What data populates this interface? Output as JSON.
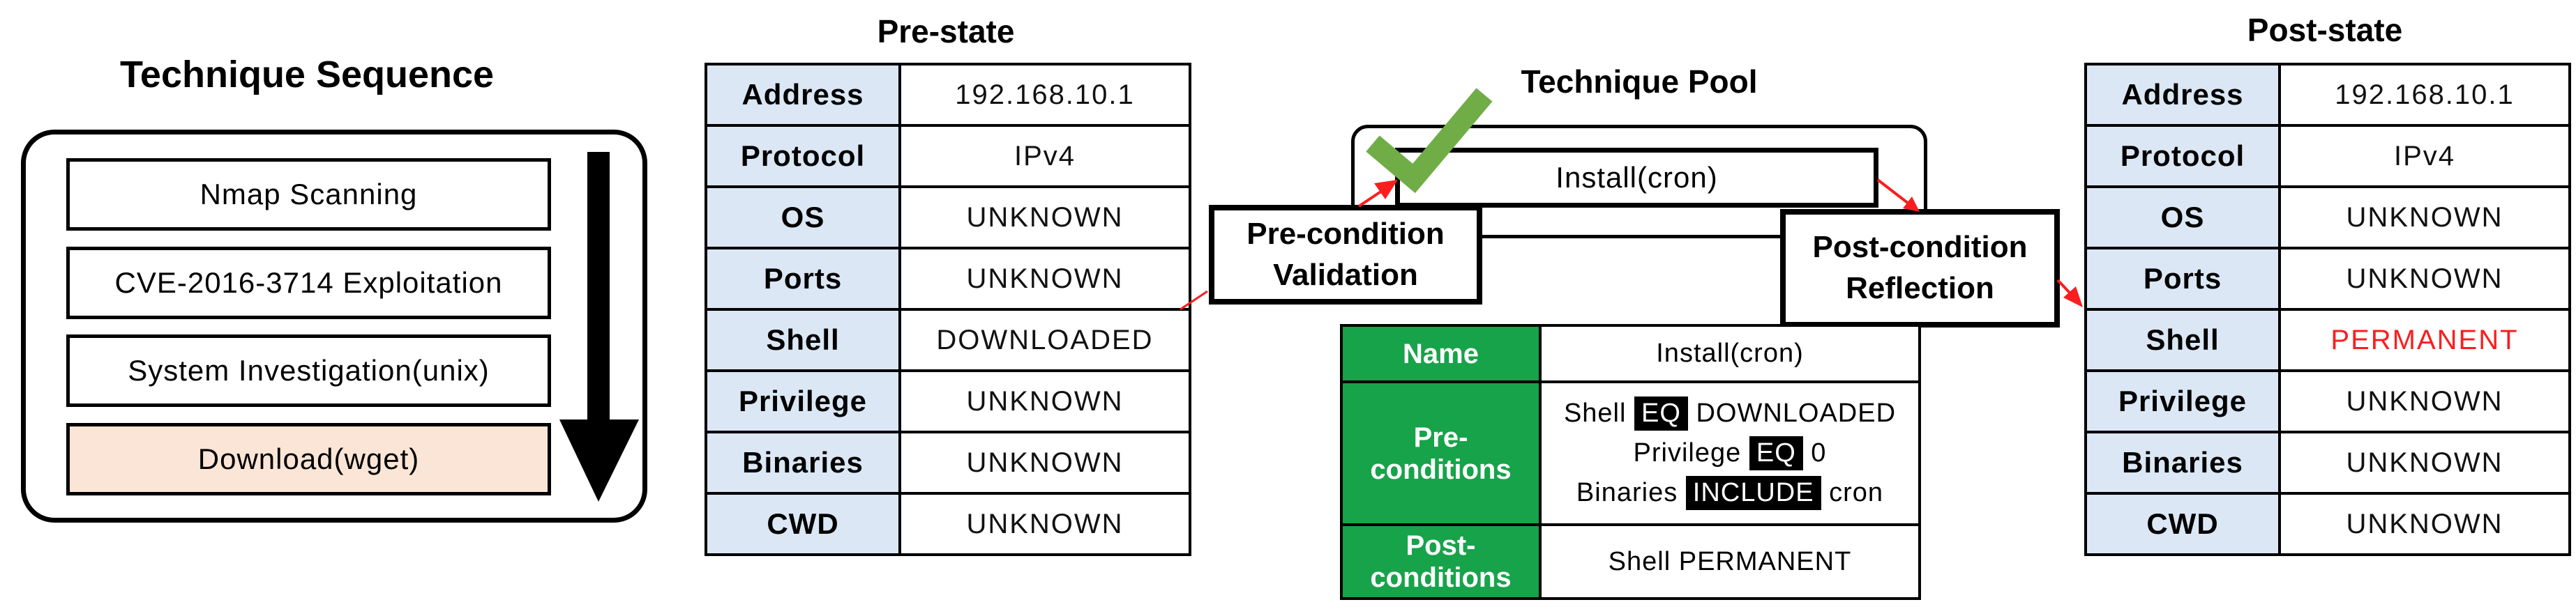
{
  "colors": {
    "header_blue": "#dbe7f4",
    "highlight_peach": "#fbe5d6",
    "green_cell": "#17a34a",
    "check_green": "#70ad47",
    "red": "#fa1e1e",
    "black": "#000000"
  },
  "technique_sequence": {
    "title": "Technique Sequence",
    "items": [
      {
        "label": "Nmap Scanning",
        "highlighted": false
      },
      {
        "label": "CVE-2016-3714 Exploitation",
        "highlighted": false
      },
      {
        "label": "System Investigation(unix)",
        "highlighted": false
      },
      {
        "label": "Download(wget)",
        "highlighted": true
      }
    ]
  },
  "pre_state": {
    "title": "Pre-state",
    "rows": [
      {
        "label": "Address",
        "value": "192.168.10.1"
      },
      {
        "label": "Protocol",
        "value": "IPv4"
      },
      {
        "label": "OS",
        "value": "UNKNOWN"
      },
      {
        "label": "Ports",
        "value": "UNKNOWN"
      },
      {
        "label": "Shell",
        "value": "DOWNLOADED"
      },
      {
        "label": "Privilege",
        "value": "UNKNOWN"
      },
      {
        "label": "Binaries",
        "value": "UNKNOWN"
      },
      {
        "label": "CWD",
        "value": "UNKNOWN"
      }
    ]
  },
  "technique_pool": {
    "title": "Technique Pool",
    "technique": "Install(cron)",
    "validation_box": {
      "line1": "Pre-condition",
      "line2": "Validation"
    },
    "reflection_box": {
      "line1": "Post-condition",
      "line2": "Reflection"
    },
    "check_icon": "green-checkmark"
  },
  "technique_detail": {
    "name_header": "Name",
    "name_value": "Install(cron)",
    "pre_header": {
      "line1": "Pre-",
      "line2": "conditions"
    },
    "pre_conditions": [
      {
        "segments": [
          {
            "text": "Shell ",
            "hl": false
          },
          {
            "text": "EQ",
            "hl": true
          },
          {
            "text": " DOWNLOADED",
            "hl": false
          }
        ]
      },
      {
        "segments": [
          {
            "text": "Privilege ",
            "hl": false
          },
          {
            "text": "EQ",
            "hl": true
          },
          {
            "text": " 0",
            "hl": false
          }
        ]
      },
      {
        "segments": [
          {
            "text": "Binaries ",
            "hl": false
          },
          {
            "text": "INCLUDE",
            "hl": true
          },
          {
            "text": " cron",
            "hl": false
          }
        ]
      }
    ],
    "post_header": {
      "line1": "Post-",
      "line2": "conditions"
    },
    "post_condition": "Shell PERMANENT"
  },
  "post_state": {
    "title": "Post-state",
    "rows": [
      {
        "label": "Address",
        "value": "192.168.10.1",
        "emphasis": false
      },
      {
        "label": "Protocol",
        "value": "IPv4",
        "emphasis": false
      },
      {
        "label": "OS",
        "value": "UNKNOWN",
        "emphasis": false
      },
      {
        "label": "Ports",
        "value": "UNKNOWN",
        "emphasis": false
      },
      {
        "label": "Shell",
        "value": "PERMANENT",
        "emphasis": true
      },
      {
        "label": "Privilege",
        "value": "UNKNOWN",
        "emphasis": false
      },
      {
        "label": "Binaries",
        "value": "UNKNOWN",
        "emphasis": false
      },
      {
        "label": "CWD",
        "value": "UNKNOWN",
        "emphasis": false
      }
    ]
  }
}
